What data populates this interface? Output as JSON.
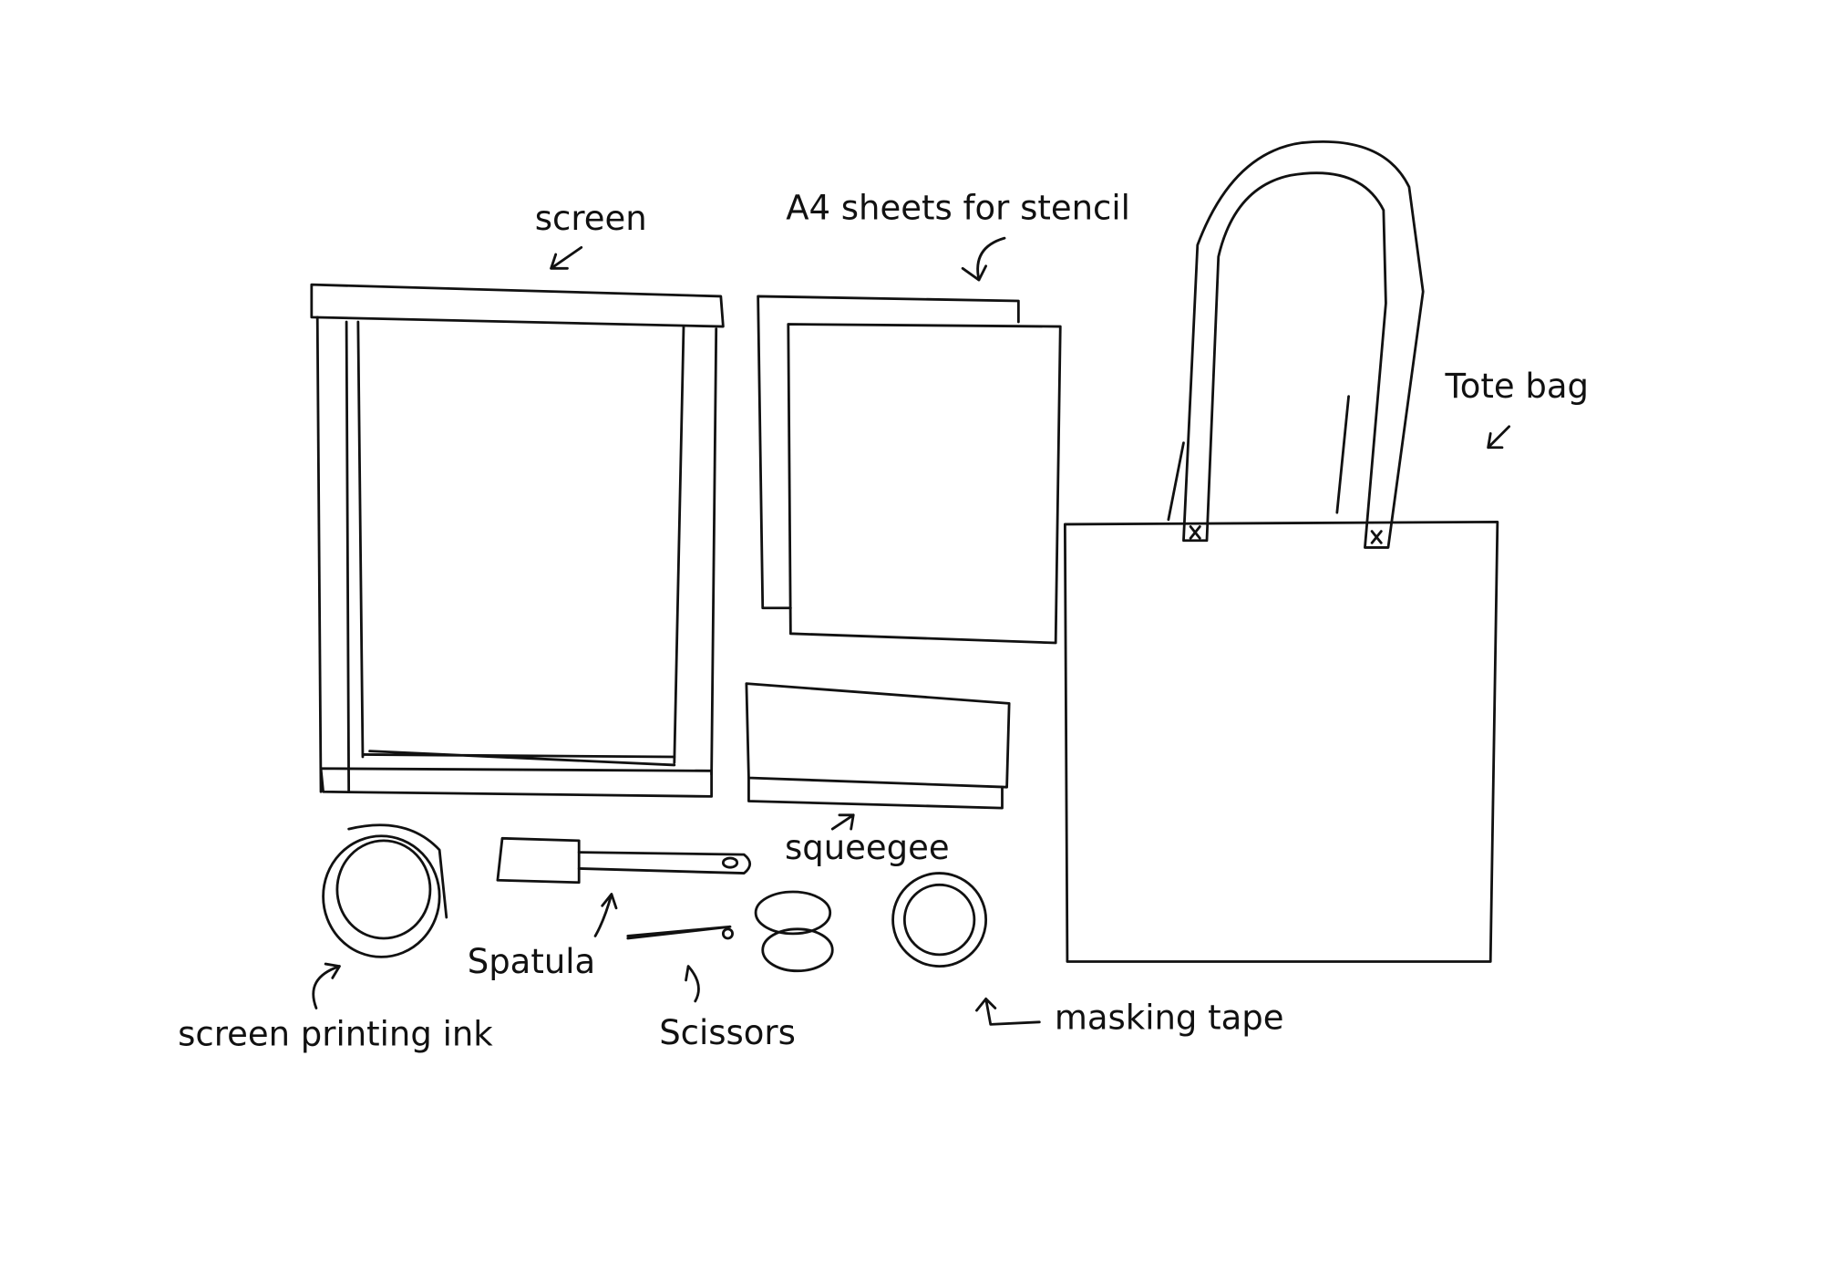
{
  "labels": {
    "screen": "screen",
    "a4_sheets": "A4 sheets for stencil",
    "tote_bag": "Tote bag",
    "squeegee": "squeegee",
    "spatula": "Spatula",
    "ink": "screen printing ink",
    "scissors": "Scissors",
    "masking_tape": "masking tape"
  },
  "colors": {
    "ink": "#111111",
    "background": "#ffffff"
  }
}
